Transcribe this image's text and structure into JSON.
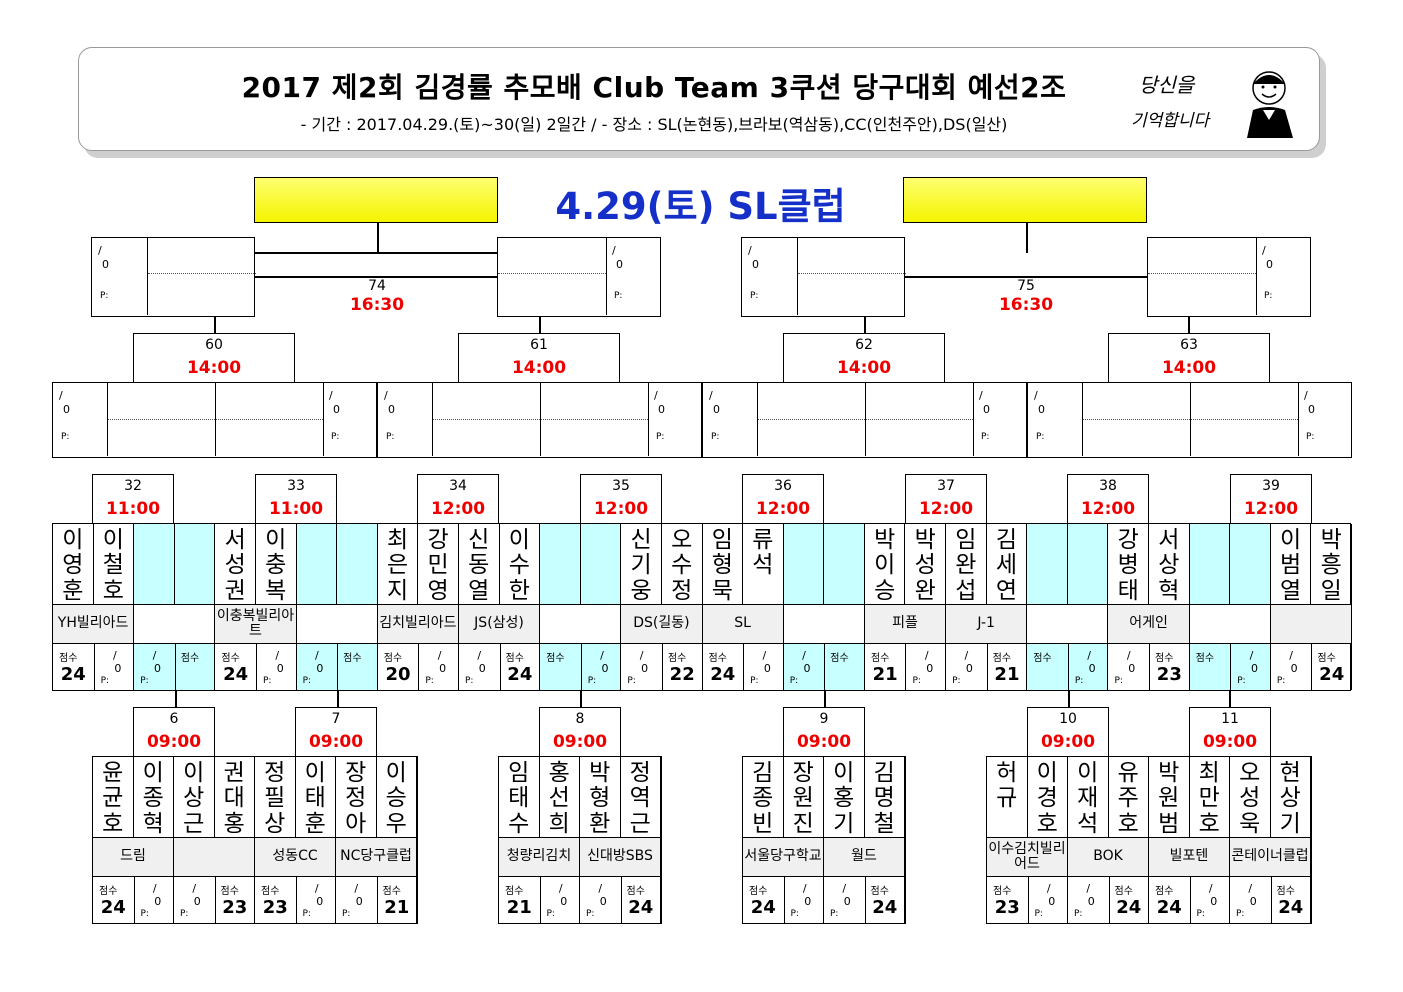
{
  "header": {
    "title": "2017 제2회 김경률 추모배 Club Team 3쿠션 당구대회 예선2조",
    "subtitle": "- 기간 : 2017.04.29.(토)~30(일) 2일간 / - 장소 : SL(논현동),브라보(역삼동),CC(인천주안),DS(일산)",
    "logo_line1": "당신을",
    "logo_line2": "기억합니다"
  },
  "main_title": "4.29(토) SL클럽",
  "labels": {
    "slash": "/",
    "zero": "0",
    "p": "P:",
    "score": "점수"
  },
  "final_matches": [
    {
      "no": "74",
      "time": "16:30"
    },
    {
      "no": "75",
      "time": "16:30"
    }
  ],
  "semi_matches": [
    {
      "no": "60",
      "time": "14:00"
    },
    {
      "no": "61",
      "time": "14:00"
    },
    {
      "no": "62",
      "time": "14:00"
    },
    {
      "no": "63",
      "time": "14:00"
    }
  ],
  "r2_matches": [
    {
      "no": "32",
      "time": "11:00"
    },
    {
      "no": "33",
      "time": "11:00"
    },
    {
      "no": "34",
      "time": "12:00"
    },
    {
      "no": "35",
      "time": "12:00"
    },
    {
      "no": "36",
      "time": "12:00"
    },
    {
      "no": "37",
      "time": "12:00"
    },
    {
      "no": "38",
      "time": "12:00"
    },
    {
      "no": "39",
      "time": "12:00"
    }
  ],
  "r2_teams": [
    {
      "names": [
        "이영훈",
        "이철호"
      ],
      "club": "YH빌리아드",
      "score": "24",
      "cyan": false
    },
    {
      "names": [
        "",
        ""
      ],
      "club": "",
      "score": "",
      "cyan": true
    },
    {
      "names": [
        "서성권",
        "이충복"
      ],
      "club": "이충복빌리아트",
      "score": "24",
      "cyan": false
    },
    {
      "names": [
        "",
        ""
      ],
      "club": "",
      "score": "",
      "cyan": true
    },
    {
      "names": [
        "최은지",
        "강민영"
      ],
      "club": "김치빌리아드",
      "score": "20",
      "cyan": false
    },
    {
      "names": [
        "신동열",
        "이수한"
      ],
      "club": "JS(삼성)",
      "score": "24",
      "cyan": false
    },
    {
      "names": [
        "",
        ""
      ],
      "club": "",
      "score": "",
      "cyan": true
    },
    {
      "names": [
        "신기웅",
        "오수정"
      ],
      "club": "DS(길동)",
      "score": "22",
      "cyan": false
    },
    {
      "names": [
        "임형묵",
        "류석"
      ],
      "club": "SL",
      "score": "24",
      "cyan": false
    },
    {
      "names": [
        "",
        ""
      ],
      "club": "",
      "score": "",
      "cyan": true
    },
    {
      "names": [
        "박이승",
        "박성완"
      ],
      "club": "피플",
      "score": "21",
      "cyan": false
    },
    {
      "names": [
        "임완섭",
        "김세연"
      ],
      "club": "J-1",
      "score": "21",
      "cyan": false
    },
    {
      "names": [
        "",
        ""
      ],
      "club": "",
      "score": "",
      "cyan": true
    },
    {
      "names": [
        "강병태",
        "서상혁"
      ],
      "club": "어게인",
      "score": "23",
      "cyan": false
    },
    {
      "names": [
        "",
        ""
      ],
      "club": "",
      "score": "",
      "cyan": true
    },
    {
      "names": [
        "이범열",
        "박흥일"
      ],
      "club": "",
      "score": "24",
      "cyan": false
    }
  ],
  "r1_matches": [
    {
      "no": "6",
      "time": "09:00"
    },
    {
      "no": "7",
      "time": "09:00"
    },
    {
      "no": "8",
      "time": "09:00"
    },
    {
      "no": "9",
      "time": "09:00"
    },
    {
      "no": "10",
      "time": "09:00"
    },
    {
      "no": "11",
      "time": "09:00"
    }
  ],
  "r1_teams": [
    {
      "names": [
        "윤균호",
        "이종혁"
      ],
      "club": "드림",
      "score": "24"
    },
    {
      "names": [
        "이상근",
        "권대홍"
      ],
      "club": "",
      "score": "23"
    },
    {
      "names": [
        "정필상",
        "이태훈"
      ],
      "club": "성동CC",
      "score": "23"
    },
    {
      "names": [
        "장정아",
        "이승우"
      ],
      "club": "NC당구클럽",
      "score": "21"
    },
    {
      "names": [
        "임태수",
        "홍선희"
      ],
      "club": "청량리김치",
      "score": "21"
    },
    {
      "names": [
        "박형환",
        "정역근"
      ],
      "club": "신대방SBS",
      "score": "24"
    },
    {
      "names": [
        "김종빈",
        "장원진"
      ],
      "club": "서울당구학교",
      "score": "24"
    },
    {
      "names": [
        "이홍기",
        "김명철"
      ],
      "club": "월드",
      "score": "24"
    },
    {
      "names": [
        "허규",
        "이경호"
      ],
      "club": "이수김치빌리어드",
      "score": "23"
    },
    {
      "names": [
        "이재석",
        "유주호"
      ],
      "club": "BOK",
      "score": "24"
    },
    {
      "names": [
        "박원범",
        "최만호"
      ],
      "club": "빌포텐",
      "score": "24"
    },
    {
      "names": [
        "오성욱",
        "현상기"
      ],
      "club": "콘테이너클럽",
      "score": "24"
    }
  ]
}
